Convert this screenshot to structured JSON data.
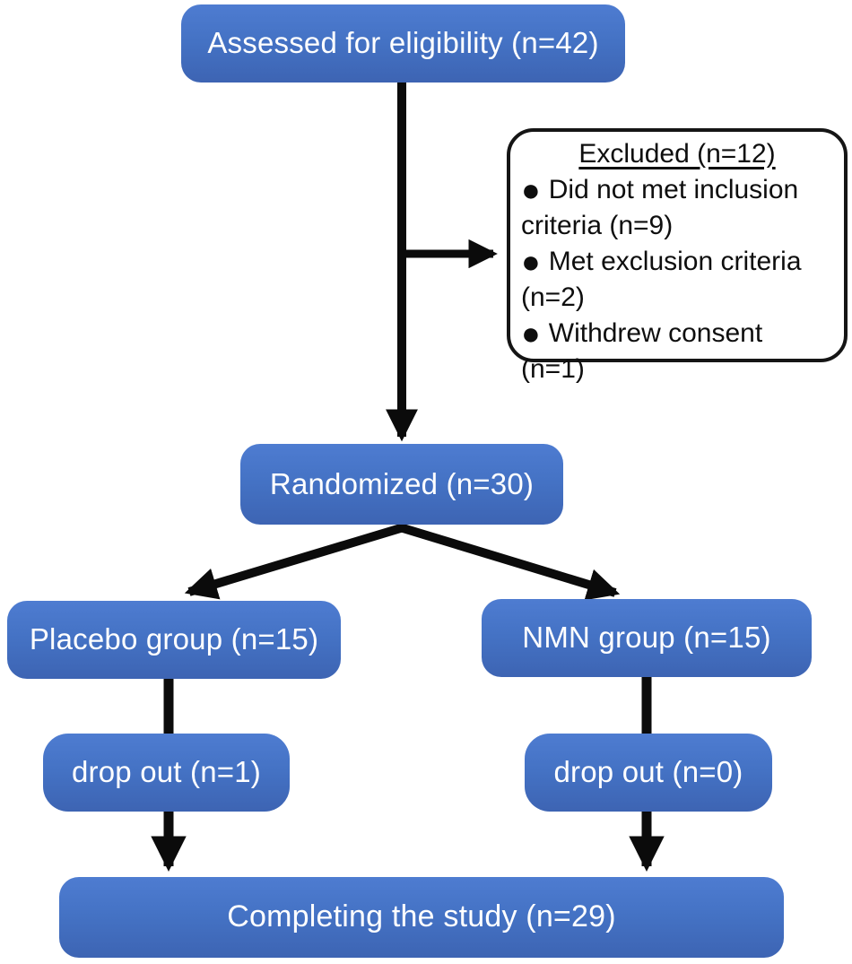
{
  "diagram": {
    "boxes": {
      "assessed": {
        "label": "Assessed for eligibility (n=42)"
      },
      "excluded": {
        "title": "Excluded (n=12)",
        "bullet": "●",
        "items": [
          "Did not met inclusion criteria (n=9)",
          "Met exclusion criteria (n=2)",
          "Withdrew consent (n=1)"
        ]
      },
      "randomized": {
        "label": "Randomized (n=30)"
      },
      "placebo_group": {
        "label": "Placebo group (n=15)"
      },
      "nmn_group": {
        "label": "NMN group (n=15)"
      },
      "dropout_placebo": {
        "label": "drop out (n=1)"
      },
      "dropout_nmn": {
        "label": "drop out (n=0)"
      },
      "completing": {
        "label": "Completing the study (n=29)"
      }
    },
    "colors": {
      "node_fill_top": "#4e7cd1",
      "node_fill": "#4472c4",
      "node_fill_bottom": "#3d64b3",
      "node_text": "#ffffff",
      "arrow": "#0b0b0b",
      "excluded_border": "#151515",
      "excluded_text": "#0e0e0e",
      "background": "#ffffff"
    }
  }
}
